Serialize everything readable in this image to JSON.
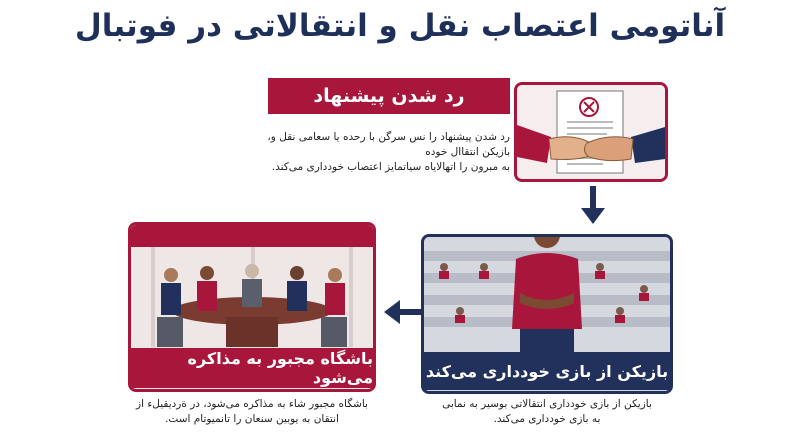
{
  "title": "آناتومی اعتصاب نقل و انتقالاتی در فوتبال",
  "steps": [
    {
      "heading": "رد شدن پیشنهاد",
      "description_lines": [
        "رد شدن پیشنهاد را نس سرگن با رحده یا سعامی نقل و، بازیکن انتقاال خوده",
        "به مبرون را اتهالایاه سیاتمایز اعتصاب خودداری می‌کند."
      ]
    },
    {
      "heading": "بازیکن از بازی خودداری می‌کند",
      "description_lines": [
        "بازیکن از بازی خودداری انتقالاتی بوسیر به نمابی",
        "به بازی خودداری می‌کند."
      ]
    },
    {
      "heading": "باشگاه مجبور به مذاکره می‌شود",
      "description_lines": [
        "باشگاه مجبور شاء به مذاکره می‌شود، در ةردیقیلء از",
        "انتقان به یوبین سنعان را تانمیوتام است."
      ]
    }
  ],
  "colors": {
    "maroon": "#a8173b",
    "navy": "#22305c",
    "title": "#1e2f5a"
  }
}
